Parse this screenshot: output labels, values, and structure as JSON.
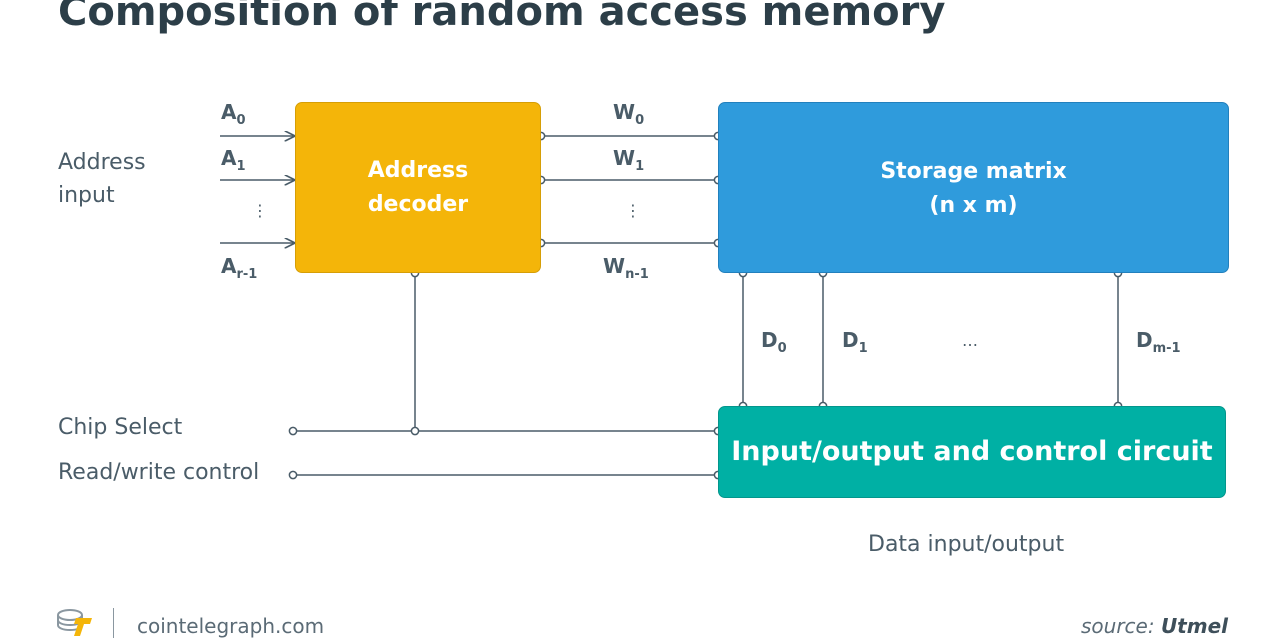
{
  "title": "Composition of random access memory",
  "labels": {
    "address_input": [
      "Address",
      "input"
    ],
    "chip_select": "Chip Select",
    "read_write": "Read/write control",
    "data_io": "Data input/output"
  },
  "blocks": {
    "decoder": [
      "Address",
      "decoder"
    ],
    "matrix": [
      "Storage matrix",
      "(n x m)"
    ],
    "io": "Input/output and control circuit"
  },
  "signals": {
    "address": [
      {
        "base": "A",
        "sub": "0"
      },
      {
        "base": "A",
        "sub": "1"
      },
      {
        "base": "A",
        "sub": "r-1"
      }
    ],
    "word": [
      {
        "base": "W",
        "sub": "0"
      },
      {
        "base": "W",
        "sub": "1"
      },
      {
        "base": "W",
        "sub": "n-1"
      }
    ],
    "data": [
      {
        "base": "D",
        "sub": "0"
      },
      {
        "base": "D",
        "sub": "1"
      },
      {
        "base": "D",
        "sub": "m-1"
      }
    ],
    "vertical_ellipsis": "⋮",
    "horizontal_ellipsis": "…"
  },
  "colors": {
    "decoder": "#f4b509",
    "matrix": "#2f9bdc",
    "io": "#00b0a4",
    "wire": "#4a5c68"
  },
  "footer": {
    "site": "cointelegraph.com",
    "source_prefix": "source:",
    "source_name": "Utmel"
  }
}
